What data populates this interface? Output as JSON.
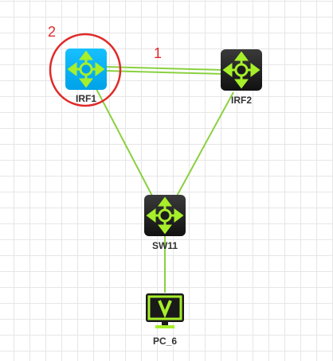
{
  "colors": {
    "link": "#8ad13f",
    "highlight": "#e02a2a",
    "node_dark": "#1c1c1c",
    "node_selected": "#00a2e8",
    "arrow_green": "#a6ef2a"
  },
  "annotations": {
    "circle_number": "2",
    "link_number": "1"
  },
  "nodes": {
    "irf1": {
      "label": "IRF1",
      "icon": "router-switch-icon",
      "selected": true
    },
    "irf2": {
      "label": "IRF2",
      "icon": "router-switch-icon"
    },
    "sw11": {
      "label": "SW11",
      "icon": "router-switch-icon"
    },
    "pc6": {
      "label": "PC_6",
      "icon": "pc-monitor-icon"
    }
  },
  "links": [
    {
      "from": "IRF1",
      "to": "IRF2",
      "count": 2
    },
    {
      "from": "IRF1",
      "to": "SW11",
      "count": 1
    },
    {
      "from": "IRF2",
      "to": "SW11",
      "count": 1
    },
    {
      "from": "SW11",
      "to": "PC_6",
      "count": 1
    }
  ]
}
